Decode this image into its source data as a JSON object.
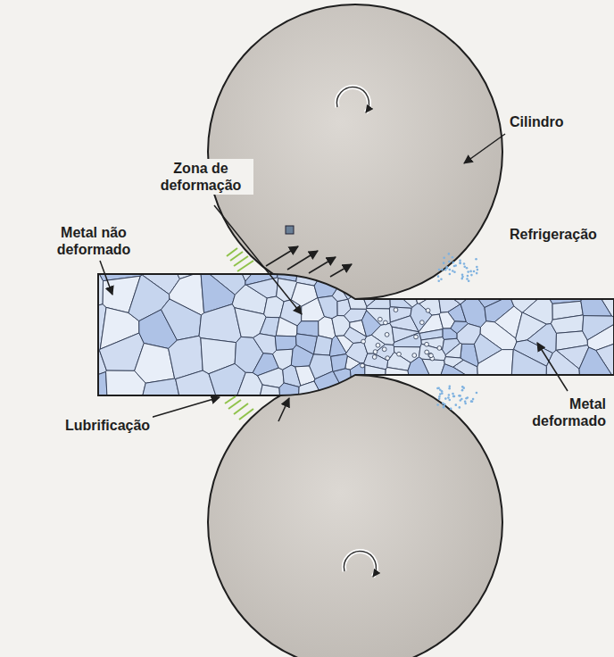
{
  "diagram": {
    "labels": [
      "Cilindro",
      "Zona de deformação",
      "Metal não deformado",
      "Refrigeração",
      "Metal deformado",
      "Lubrificação"
    ]
  }
}
